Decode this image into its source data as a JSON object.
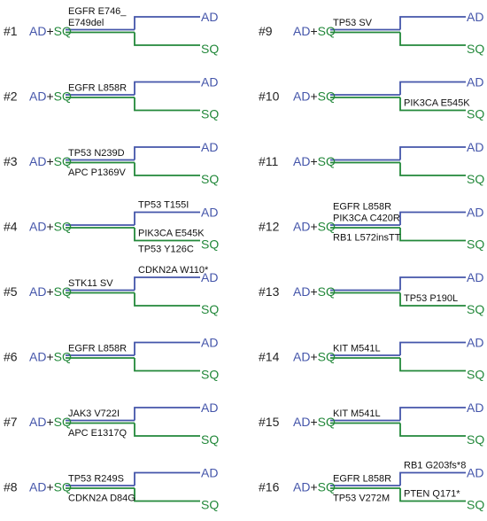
{
  "colors": {
    "ad": "#4455aa",
    "sq": "#22883a",
    "text": "#111111"
  },
  "legend": {
    "root": [
      "AD",
      "+",
      "SQ"
    ],
    "ad": "AD",
    "sq": "SQ"
  },
  "cases": [
    {
      "id": "#1",
      "trunk": [
        "EGFR E746_",
        "E749del"
      ],
      "ad": [],
      "sq": []
    },
    {
      "id": "#2",
      "trunk": [
        "EGFR L858R"
      ],
      "ad": [],
      "sq": []
    },
    {
      "id": "#3",
      "trunk": [
        "TP53 N239D"
      ],
      "trunk_below": [
        "APC P1369V"
      ],
      "ad": [],
      "sq": []
    },
    {
      "id": "#4",
      "trunk": [],
      "ad": [
        "TP53 T155I"
      ],
      "sq": [
        "PIK3CA E545K",
        "TP53 Y126C"
      ]
    },
    {
      "id": "#5",
      "trunk": [
        "STK11 SV"
      ],
      "ad": [
        "CDKN2A W110*"
      ],
      "sq": []
    },
    {
      "id": "#6",
      "trunk": [
        "EGFR L858R"
      ],
      "ad": [],
      "sq": []
    },
    {
      "id": "#7",
      "trunk": [
        "JAK3 V722I"
      ],
      "trunk_below": [
        "APC E1317Q"
      ],
      "ad": [],
      "sq": []
    },
    {
      "id": "#8",
      "trunk": [
        "TP53 R249S"
      ],
      "trunk_below": [
        "CDKN2A D84G"
      ],
      "ad": [],
      "sq": []
    },
    {
      "id": "#9",
      "trunk": [
        "TP53 SV"
      ],
      "ad": [],
      "sq": []
    },
    {
      "id": "#10",
      "trunk": [],
      "ad": [],
      "sq": [
        "PIK3CA E545K"
      ]
    },
    {
      "id": "#11",
      "trunk": [],
      "ad": [],
      "sq": []
    },
    {
      "id": "#12",
      "trunk": [
        "EGFR L858R",
        "PIK3CA C420R"
      ],
      "trunk_below": [
        "RB1 L572insTT"
      ],
      "ad": [],
      "sq": []
    },
    {
      "id": "#13",
      "trunk": [],
      "ad": [],
      "sq": [
        "TP53 P190L"
      ]
    },
    {
      "id": "#14",
      "trunk": [
        "KIT M541L"
      ],
      "ad": [],
      "sq": []
    },
    {
      "id": "#15",
      "trunk": [
        "KIT M541L"
      ],
      "ad": [],
      "sq": []
    },
    {
      "id": "#16",
      "trunk": [
        "EGFR L858R"
      ],
      "trunk_below": [
        "TP53 V272M"
      ],
      "ad": [
        "RB1 G203fs*8"
      ],
      "sq": [
        "PTEN Q171*"
      ]
    }
  ]
}
